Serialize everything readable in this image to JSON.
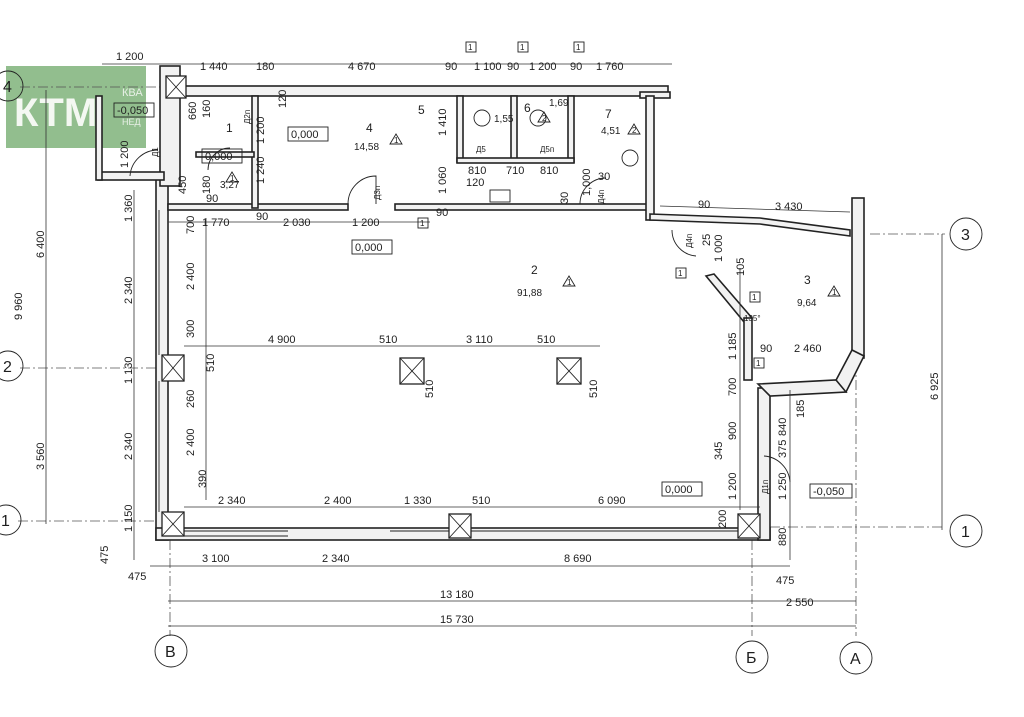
{
  "logo": {
    "text": "КТМ",
    "sub_text": "КВА",
    "sub_text2": "НЕД"
  },
  "axes": {
    "a4": "4",
    "a3": "3",
    "a2": "2",
    "a1_left": "1",
    "a1_right": "1",
    "aB": "В",
    "aBe": "Б",
    "aA": "А"
  },
  "rooms": {
    "r1": {
      "number": "1",
      "area": "3,27"
    },
    "r2": {
      "number": "2",
      "area": "91,88"
    },
    "r3": {
      "number": "3",
      "area": "9,64"
    },
    "r4": {
      "number": "4",
      "area": "14,58"
    },
    "r5": {
      "number": "5",
      "area": "1,55"
    },
    "r6": {
      "number": "6",
      "area": "1,69"
    },
    "r7": {
      "number": "7",
      "area": "4,51"
    }
  },
  "levels": {
    "entry": "-0,050",
    "r4": "0,000",
    "r1": "0,000",
    "hall": "0,000",
    "main": "0,000",
    "right": "-0,050"
  },
  "doors": {
    "d1": "Д1",
    "d1p": "Д1п",
    "d2p": "Д2п",
    "d3p": "Д3п",
    "d4p": "Д4п",
    "d4p_b": "Д4п",
    "d5": "Д5",
    "d5p": "Д5п"
  },
  "marks": {
    "tri1": "1",
    "tri2": "2",
    "box1": "1"
  },
  "angle": "135°",
  "dims": {
    "top": [
      "1 200",
      "1 440",
      "180",
      "4 670",
      "90",
      "1 100",
      "90",
      "1 200",
      "90",
      "1 760"
    ],
    "upper_mid": [
      "1 770",
      "90",
      "2 030",
      "1 200",
      "90",
      "3 430"
    ],
    "cols": [
      "4 900",
      "510",
      "3 110",
      "510",
      "510",
      "510"
    ],
    "bottom_inner": [
      "2 340",
      "2 400",
      "1 330",
      "510",
      "6 090"
    ],
    "bottom1": [
      "3 100",
      "2 340",
      "8 690",
      "475",
      "475"
    ],
    "totals": [
      "13 180",
      "2 550",
      "15 730"
    ],
    "left_outer": [
      "6 400",
      "9 960",
      "3 560"
    ],
    "left_mid": [
      "1 360",
      "2 340",
      "1 130",
      "2 340",
      "1 150",
      "475"
    ],
    "left_inner": [
      "700",
      "2 400",
      "300",
      "510",
      "260",
      "2 400",
      "390"
    ],
    "r1_v": [
      "1 200",
      "660",
      "1 200",
      "450",
      "180",
      "160"
    ],
    "r4_v": [
      "120",
      "1 200",
      "1 240",
      "1 410",
      "1 060"
    ],
    "wc_h": [
      "810",
      "710",
      "810",
      "120",
      "1,000",
      "30",
      "30"
    ],
    "right_v": [
      "25",
      "1 000",
      "105",
      "1 185",
      "700",
      "900",
      "345",
      "1 200",
      "185",
      "840",
      "375",
      "1 250",
      "880",
      "200"
    ],
    "right_h": [
      "90",
      "2 460",
      "90"
    ],
    "right_outer": [
      "6 925"
    ],
    "misc": [
      "90",
      "90",
      "1 200"
    ]
  }
}
